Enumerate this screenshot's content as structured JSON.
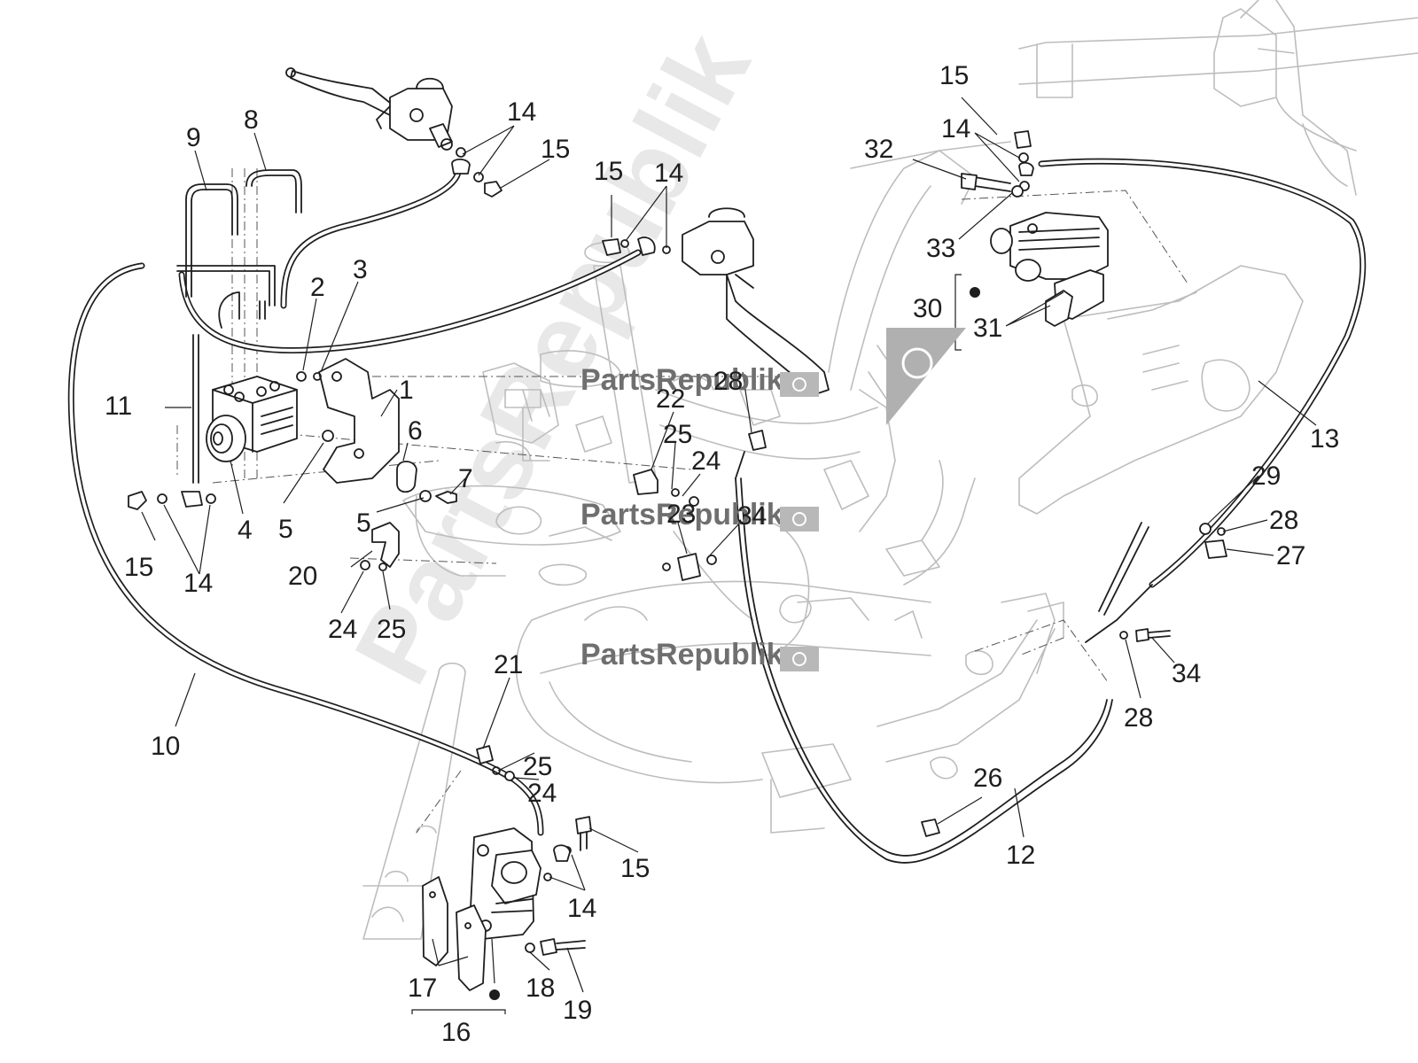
{
  "watermark": {
    "text": "PartsRepublik",
    "positions": [
      "watermark-1",
      "watermark-2",
      "watermark-3"
    ]
  },
  "callouts": [
    {
      "id": "c1",
      "label": "1"
    },
    {
      "id": "c2",
      "label": "2"
    },
    {
      "id": "c3",
      "label": "3"
    },
    {
      "id": "c4",
      "label": "4"
    },
    {
      "id": "c5a",
      "label": "5"
    },
    {
      "id": "c5b",
      "label": "5"
    },
    {
      "id": "c6",
      "label": "6"
    },
    {
      "id": "c7",
      "label": "7"
    },
    {
      "id": "c8",
      "label": "8"
    },
    {
      "id": "c9",
      "label": "9"
    },
    {
      "id": "c10",
      "label": "10"
    },
    {
      "id": "c11",
      "label": "11"
    },
    {
      "id": "c12",
      "label": "12"
    },
    {
      "id": "c13",
      "label": "13"
    },
    {
      "id": "c14a",
      "label": "14"
    },
    {
      "id": "c14b",
      "label": "14"
    },
    {
      "id": "c14c",
      "label": "14"
    },
    {
      "id": "c14d",
      "label": "14"
    },
    {
      "id": "c14e",
      "label": "14"
    },
    {
      "id": "c15a",
      "label": "15"
    },
    {
      "id": "c15b",
      "label": "15"
    },
    {
      "id": "c15c",
      "label": "15"
    },
    {
      "id": "c15d",
      "label": "15"
    },
    {
      "id": "c15e",
      "label": "15"
    },
    {
      "id": "c16",
      "label": "16"
    },
    {
      "id": "c17",
      "label": "17"
    },
    {
      "id": "c18",
      "label": "18"
    },
    {
      "id": "c19",
      "label": "19"
    },
    {
      "id": "c20",
      "label": "20"
    },
    {
      "id": "c21",
      "label": "21"
    },
    {
      "id": "c22",
      "label": "22"
    },
    {
      "id": "c23",
      "label": "23"
    },
    {
      "id": "c24a",
      "label": "24"
    },
    {
      "id": "c24b",
      "label": "24"
    },
    {
      "id": "c24c",
      "label": "24"
    },
    {
      "id": "c25a",
      "label": "25"
    },
    {
      "id": "c25b",
      "label": "25"
    },
    {
      "id": "c25c",
      "label": "25"
    },
    {
      "id": "c26",
      "label": "26"
    },
    {
      "id": "c27",
      "label": "27"
    },
    {
      "id": "c28a",
      "label": "28"
    },
    {
      "id": "c28b",
      "label": "28"
    },
    {
      "id": "c28c",
      "label": "28"
    },
    {
      "id": "c29",
      "label": "29"
    },
    {
      "id": "c30",
      "label": "30"
    },
    {
      "id": "c31",
      "label": "31"
    },
    {
      "id": "c32",
      "label": "32"
    },
    {
      "id": "c33",
      "label": "33"
    },
    {
      "id": "c34a",
      "label": "34"
    },
    {
      "id": "c34b",
      "label": "34"
    }
  ],
  "colors": {
    "ink": "#1e1e1e",
    "frame": "#bdbdbd",
    "watermark": "#6f6f6f"
  }
}
